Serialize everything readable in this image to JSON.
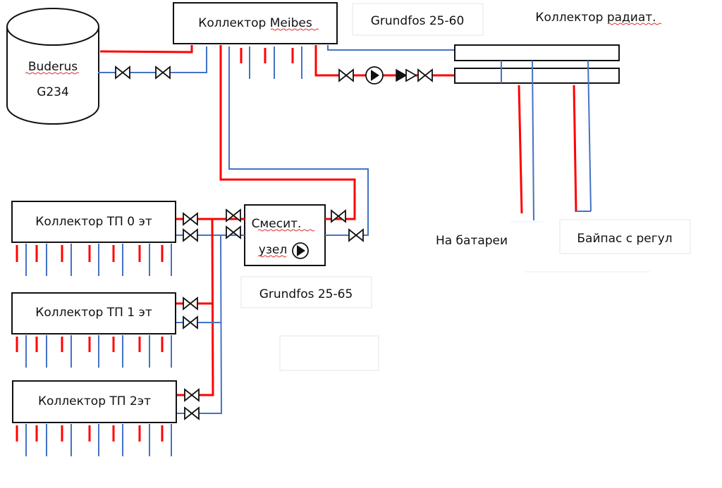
{
  "diagram": {
    "title": "Heating system schematic",
    "boiler": {
      "line1": "Buderus",
      "line2": "G234"
    },
    "main_manifold": {
      "label": "Коллектор Meibes"
    },
    "pump_top": {
      "label": "Grundfos 25-60"
    },
    "radiator_manifold": {
      "label": "Коллектор радиат."
    },
    "mixing_unit": {
      "line1": "Смесит.",
      "line2": "узел"
    },
    "pump_mix": {
      "label": "Grundfos 25-65"
    },
    "radiator_outputs": {
      "to_radiators": "На батареи",
      "bypass": "Байпас с регул"
    },
    "floor_manifolds": [
      {
        "label": "Коллектор ТП 0 эт"
      },
      {
        "label": "Коллектор ТП 1 эт"
      },
      {
        "label": "Коллектор ТП 2эт"
      }
    ],
    "legend_colors": {
      "supply_hot": "#ff0000",
      "return_cold": "#4472c4"
    }
  }
}
